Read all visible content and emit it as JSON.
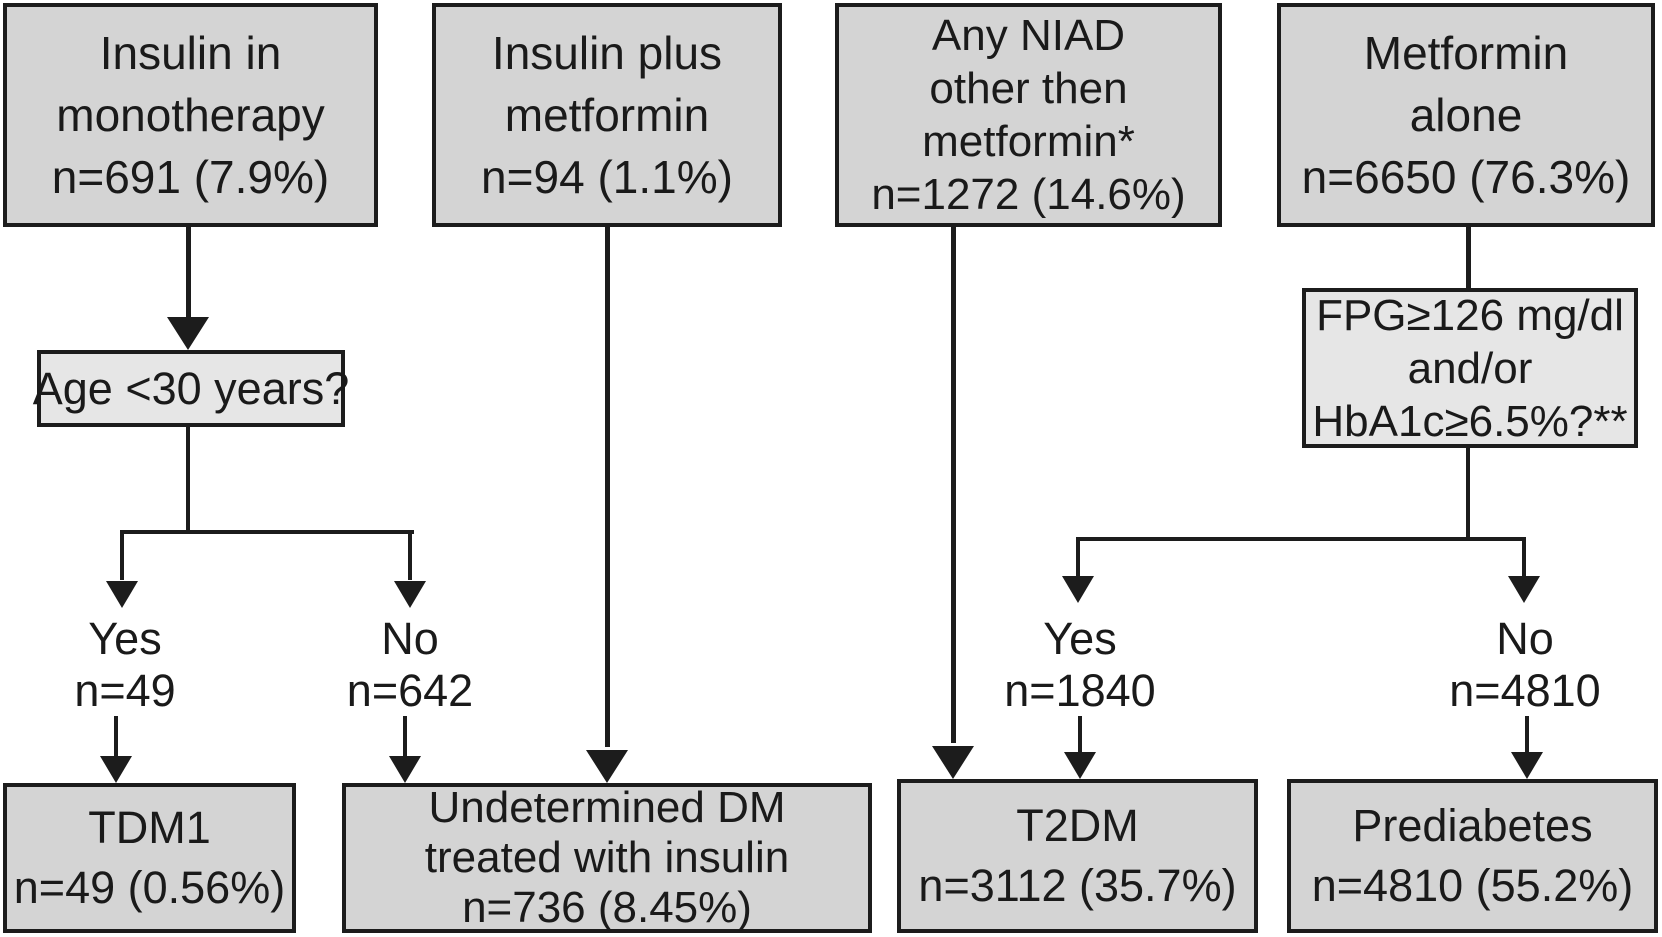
{
  "figure": {
    "type": "flowchart",
    "description": "Diabetes classification by glucose-lowering treatment"
  },
  "colors": {
    "background": "#ffffff",
    "box_fill": "#d4d4d4",
    "question_fill": "#e6e6e6",
    "line": "#1c1c1c",
    "text": "#1a1a1a"
  },
  "nodes": {
    "insulin_mono": {
      "lines": [
        "Insulin in",
        "monotherapy",
        "n=691 (7.9%)"
      ]
    },
    "insulin_plus_met": {
      "lines": [
        "Insulin plus",
        "metformin",
        "n=94 (1.1%)"
      ]
    },
    "any_niad": {
      "lines": [
        "Any NIAD",
        "other then",
        "metformin*",
        "n=1272 (14.6%)"
      ]
    },
    "metformin_alone": {
      "lines": [
        "Metformin",
        "alone",
        "n=6650 (76.3%)"
      ]
    },
    "age_question": {
      "lines": [
        "Age <30 years?"
      ]
    },
    "fpg_question": {
      "lines": [
        "FPG≥126 mg/dl",
        "and/or",
        "HbA1c≥6.5%?**"
      ]
    },
    "tdm1": {
      "lines": [
        "TDM1",
        "n=49 (0.56%)"
      ]
    },
    "undetermined": {
      "lines": [
        "Undetermined DM",
        "treated with insulin",
        "n=736 (8.45%)"
      ]
    },
    "t2dm": {
      "lines": [
        "T2DM",
        "n=3112 (35.7%)"
      ]
    },
    "prediabetes": {
      "lines": [
        "Prediabetes",
        "n=4810 (55.2%)"
      ]
    }
  },
  "branches": {
    "age": {
      "yes": {
        "label": "Yes",
        "n": "n=49"
      },
      "no": {
        "label": "No",
        "n": "n=642"
      }
    },
    "fpg": {
      "yes": {
        "label": "Yes",
        "n": "n=1840"
      },
      "no": {
        "label": "No",
        "n": "n=4810"
      }
    }
  }
}
